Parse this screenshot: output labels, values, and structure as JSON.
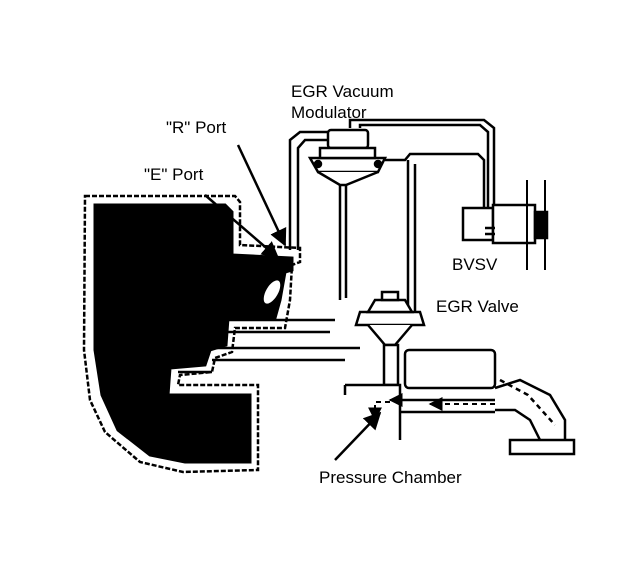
{
  "labels": {
    "egr_vacuum_modulator_line1": "EGR Vacuum",
    "egr_vacuum_modulator_line2": "Modulator",
    "r_port": "\"R\" Port",
    "e_port": "\"E\" Port",
    "bvsv": "BVSV",
    "egr_valve": "EGR Valve",
    "pressure_chamber": "Pressure Chamber"
  },
  "colors": {
    "ink": "#000000",
    "background": "#ffffff"
  }
}
